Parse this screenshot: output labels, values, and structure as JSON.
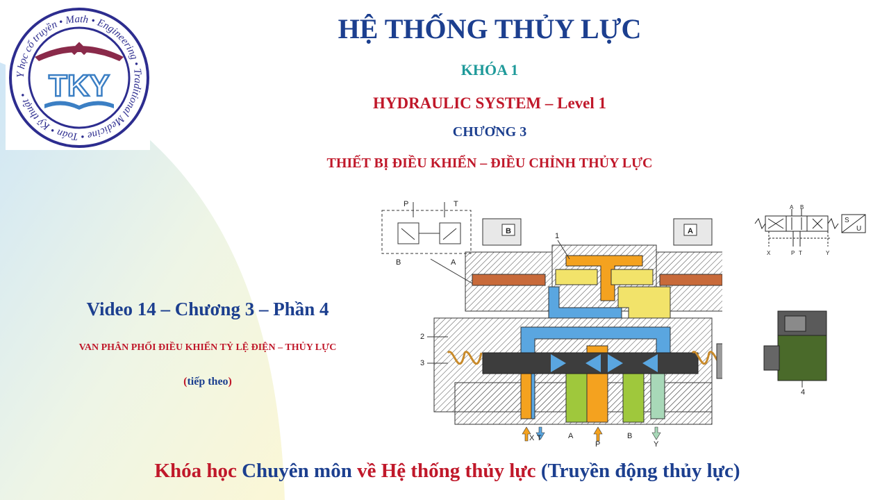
{
  "header": {
    "title": "HỆ THỐNG THỦY LỰC",
    "course": "KHÓA 1",
    "subtitle_en": "HYDRAULIC SYSTEM – Level 1",
    "chapter": "CHƯƠNG 3",
    "chapter_title": "THIẾT BỊ ĐIỀU KHIỂN – ĐIỀU CHỈNH THỦY LỰC"
  },
  "logo": {
    "initials": "TKY",
    "ring_text": "Y học cổ truyền • Math • Engineering • Traditional Medicine • Toán • Kỹ thuật •"
  },
  "left_panel": {
    "video_title": "Video 14 – Chương 3 – Phần 4",
    "valve_title": "VAN PHÂN PHỐI ĐIỀU KHIỂN TỶ LỆ ĐIỆN – THỦY LỰC",
    "continued_open": "(",
    "continued_text": "tiếp theo",
    "continued_close": ")"
  },
  "diagram": {
    "pilot_labels": {
      "p": "P",
      "t": "T",
      "b": "B",
      "a": "A"
    },
    "solenoid_labels": {
      "left": "B",
      "right": "A"
    },
    "callouts": {
      "c1": "1",
      "c2": "2",
      "c3": "3",
      "c4": "4"
    },
    "ports": {
      "x": "X",
      "t": "T",
      "a": "A",
      "p": "P",
      "b": "B",
      "y": "Y"
    }
  },
  "symbol": {
    "top_a": "A",
    "top_b": "B",
    "bottom_x": "X",
    "bottom_p": "P",
    "bottom_t": "T",
    "bottom_y": "Y",
    "box_s": "S",
    "box_u": "U"
  },
  "footer": {
    "part1": "Khóa học",
    "part2": " Chuyên môn ",
    "part3": "về",
    "part4": " Hệ thống thủy lực",
    "part5": " (Truyền động thủy lực)"
  },
  "colors": {
    "navy": "#1c3f8f",
    "red": "#c0182a",
    "teal": "#1f9a9a",
    "orange": "#f4a21f",
    "blue": "#5aa6e0",
    "green": "#9fc83c",
    "yellow": "#f2e36a"
  }
}
